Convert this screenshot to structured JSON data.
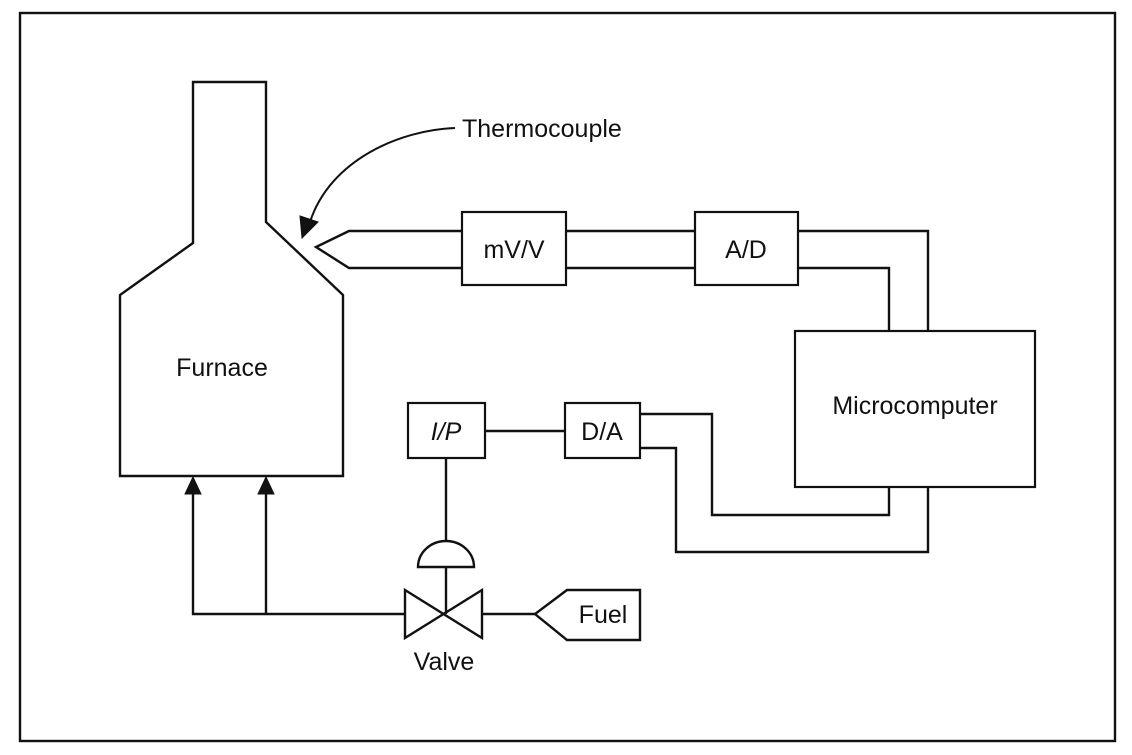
{
  "diagram": {
    "labels": {
      "furnace": "Furnace",
      "thermocouple": "Thermocouple",
      "mvv": "mV/V",
      "ad": "A/D",
      "microcomputer": "Microcomputer",
      "ip": "I/P",
      "da": "D/A",
      "fuel": "Fuel",
      "valve": "Valve"
    }
  }
}
